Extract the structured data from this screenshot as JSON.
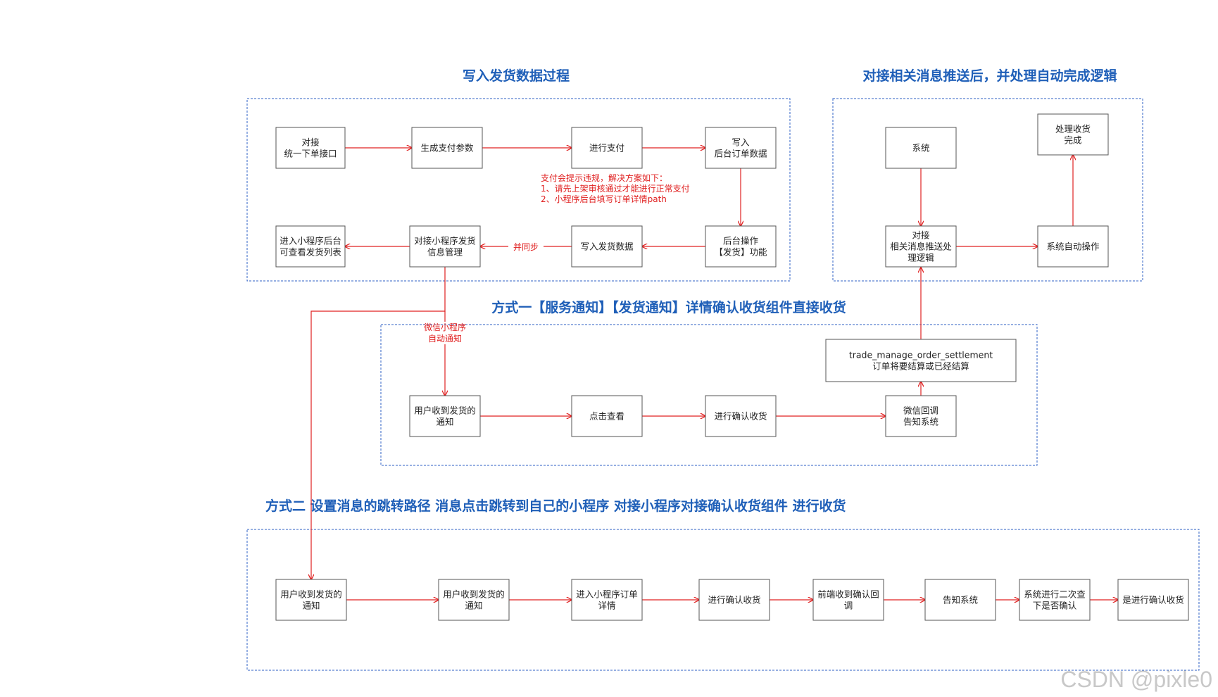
{
  "titles": {
    "t1": "写入发货数据过程",
    "t2": "对接相关消息推送后，并处理自动完成逻辑",
    "t3": "方式一【服务通知】【发货通知】详情确认收货组件直接收货",
    "t4": "方式二  设置消息的跳转路径 消息点击跳转到自己的小程序  对接小程序对接确认收货组件 进行收货"
  },
  "nodes": {
    "a1": [
      "对接",
      "统一下单接口"
    ],
    "a2": [
      "生成支付参数"
    ],
    "a3": [
      "进行支付"
    ],
    "a4": [
      "写入",
      "后台订单数据"
    ],
    "a5": [
      "后台操作",
      "【发货】功能"
    ],
    "a6": [
      "写入发货数据"
    ],
    "a7": [
      "对接小程序发货",
      "信息管理"
    ],
    "a8": [
      "进入小程序后台",
      "可查看发货列表"
    ],
    "b1": [
      "系统"
    ],
    "b2": [
      "对接",
      "相关消息推送处",
      "理逻辑"
    ],
    "b3": [
      "系统自动操作"
    ],
    "b4": [
      "处理收货",
      "完成"
    ],
    "c1": [
      "用户收到发货的",
      "通知"
    ],
    "c2": [
      "点击查看"
    ],
    "c3": [
      "进行确认收货"
    ],
    "c4": [
      "微信回调",
      "告知系统"
    ],
    "c5": [
      "trade_manage_order_settlement",
      "订单将要结算或已经结算"
    ],
    "d1": [
      "用户收到发货的",
      "通知"
    ],
    "d2": [
      "用户收到发货的",
      "通知"
    ],
    "d3": [
      "进入小程序订单",
      "详情"
    ],
    "d4": [
      "进行确认收货"
    ],
    "d5": [
      "前端收到确认回",
      "调"
    ],
    "d6": [
      "告知系统"
    ],
    "d7": [
      "系统进行二次查",
      "下是否确认"
    ],
    "d8": [
      "是进行确认收货"
    ]
  },
  "notes": {
    "pay_warning": [
      "支付会提示违规，解决方案如下：",
      "1、请先上架审核通过才能进行正常支付",
      "2、小程序后台填写订单详情path"
    ],
    "sync": "并同步",
    "wechat_notify": [
      "微信小程序",
      "自动通知"
    ]
  },
  "watermark": "CSDN @pixle0",
  "colors": {
    "title": "#1f5fb8",
    "group_border": "#2f62c4",
    "arrow": "#e02020",
    "box_border": "#555555"
  }
}
